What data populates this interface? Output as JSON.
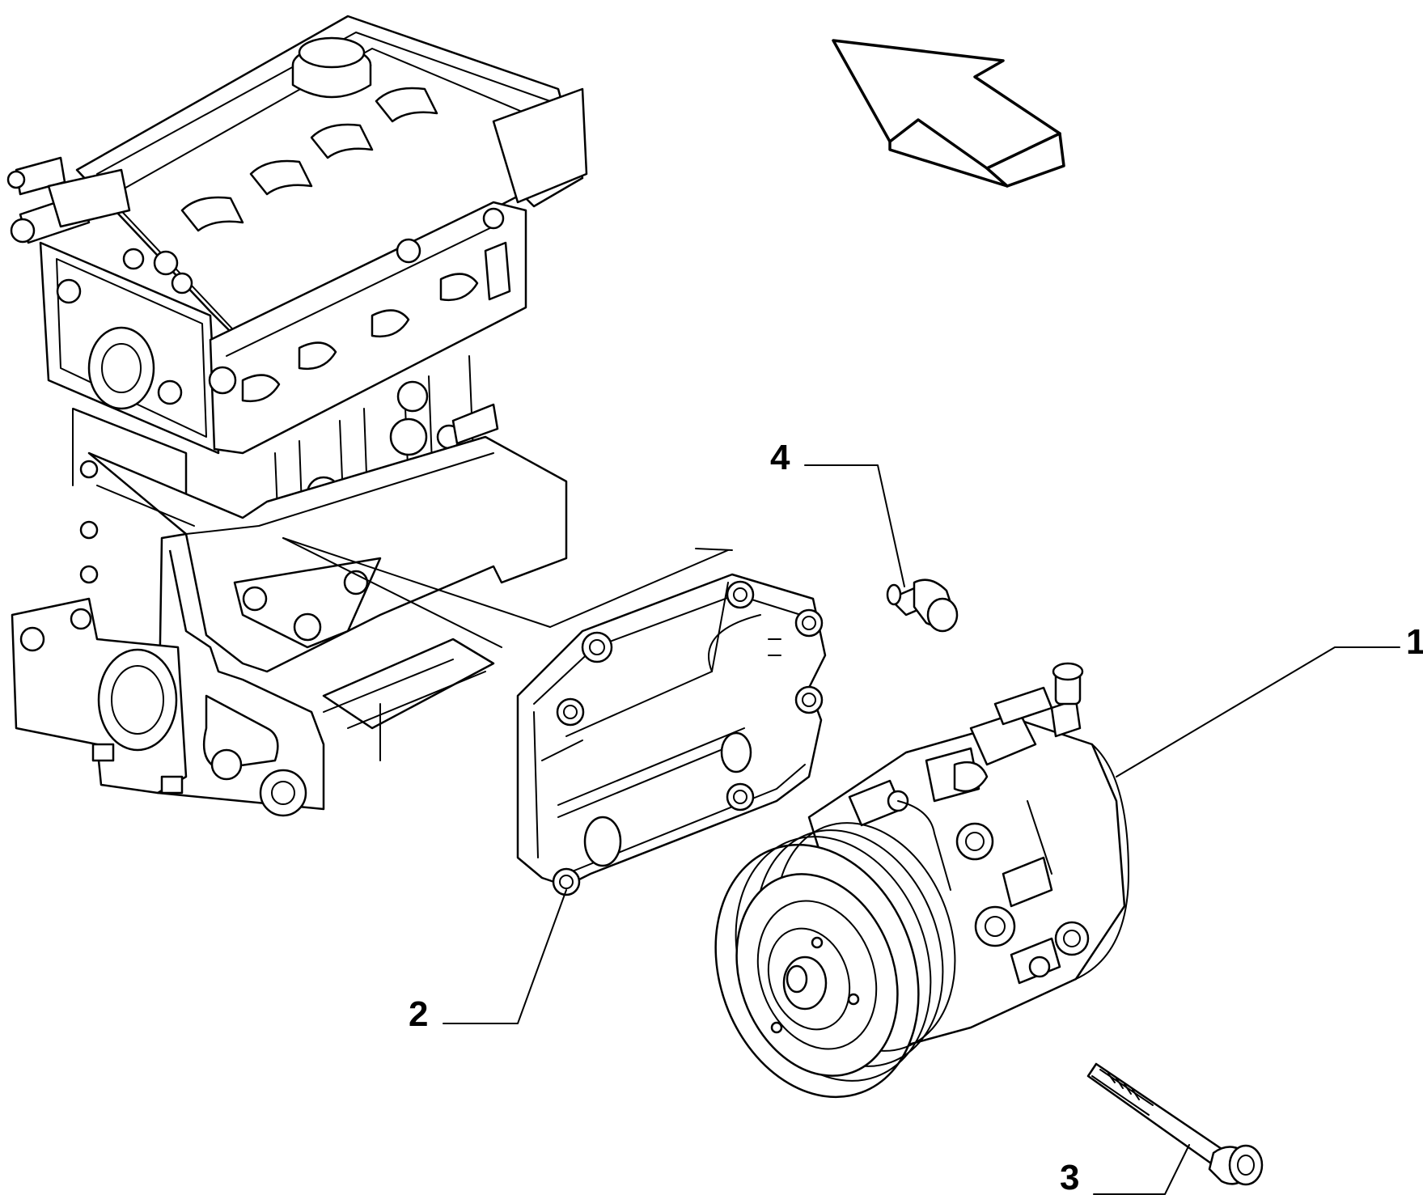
{
  "callouts": [
    {
      "id": "1",
      "label": "1"
    },
    {
      "id": "2",
      "label": "2"
    },
    {
      "id": "3",
      "label": "3"
    },
    {
      "id": "4",
      "label": "4"
    }
  ],
  "parts": [
    {
      "callout": "1",
      "part": "compressor",
      "icon": "ac-compressor-icon"
    },
    {
      "callout": "2",
      "part": "bracket",
      "icon": "mounting-bracket-icon"
    },
    {
      "callout": "3",
      "part": "long-bolt",
      "icon": "long-bolt-icon"
    },
    {
      "callout": "4",
      "part": "short-bolt",
      "icon": "short-bolt-icon"
    }
  ],
  "direction_arrow": {
    "icon": "direction-arrow-icon"
  },
  "colors": {
    "line": "#000000",
    "background": "#ffffff"
  }
}
